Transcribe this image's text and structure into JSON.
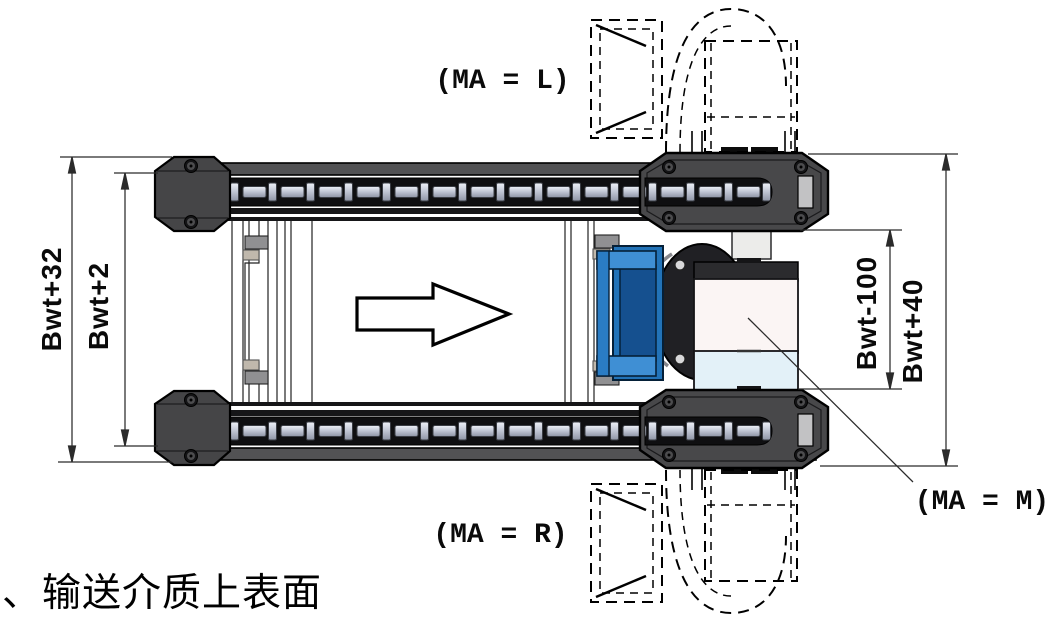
{
  "diagram": {
    "caption": "、输送介质上表面",
    "motor_labels": {
      "left": "(MA = L)",
      "right": "(MA = R)",
      "middle": "(MA = M)"
    },
    "dimensions": {
      "overall_width": "Bwt+32",
      "inner_width": "Bwt+2",
      "motor_span": "Bwt-100",
      "drive_width": "Bwt+40"
    },
    "colors": {
      "line": "#1a1a1a",
      "block_gray": "#48484a",
      "chain_dark": "#0f0f11",
      "link_silver": "#c3c8d6",
      "flange_blue": "#2273b8",
      "motor_body_pink": "#fbf5f4",
      "motor_body_blue": "#e3f1f8",
      "background": "#ffffff"
    }
  }
}
